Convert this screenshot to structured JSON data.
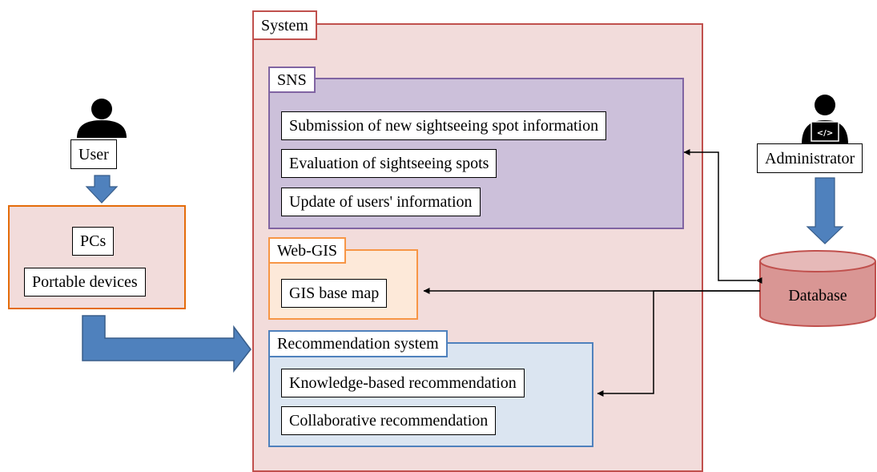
{
  "user": {
    "label": "User"
  },
  "devices": {
    "items": [
      "PCs",
      "Portable devices"
    ]
  },
  "system": {
    "title": "System",
    "sns": {
      "title": "SNS",
      "items": [
        "Submission of new sightseeing spot information",
        "Evaluation of sightseeing spots",
        "Update of users' information"
      ]
    },
    "webgis": {
      "title": "Web-GIS",
      "items": [
        "GIS base map"
      ]
    },
    "recommendation": {
      "title": "Recommendation system",
      "items": [
        "Knowledge-based recommendation",
        "Collaborative recommendation"
      ]
    }
  },
  "administrator": {
    "label": "Administrator",
    "screen_glyph": "</>"
  },
  "database": {
    "label": "Database"
  },
  "colors": {
    "system_fill": "#f2dcdb",
    "system_border": "#c0504d",
    "sns_fill": "#ccc0da",
    "sns_border": "#8064a2",
    "webgis_fill": "#fde9d9",
    "webgis_border": "#f79646",
    "rec_fill": "#dbe5f1",
    "rec_border": "#4f81bd",
    "arrow_fill": "#4f81bd",
    "arrow_border": "#385d8a",
    "db_fill": "#d99694",
    "db_border": "#c0504d"
  }
}
